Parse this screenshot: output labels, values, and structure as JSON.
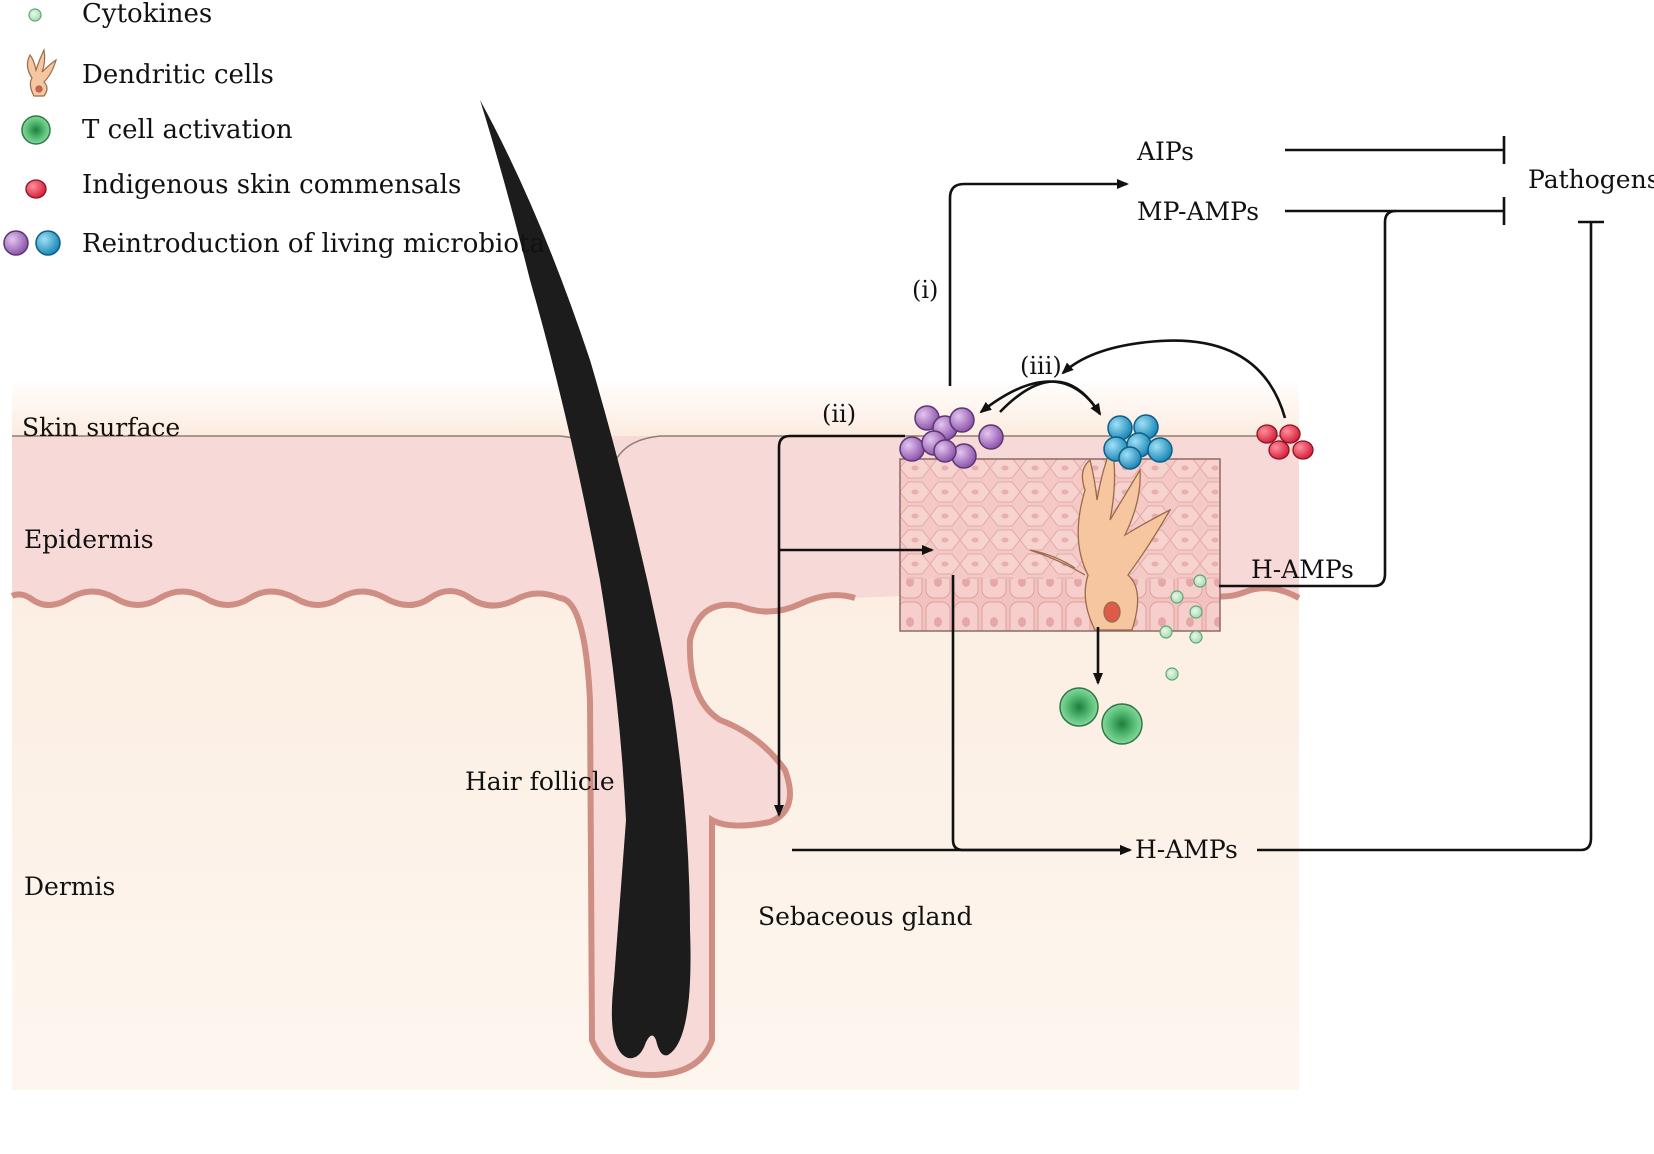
{
  "legend": {
    "cytokines": "Cytokines",
    "dendritic_cells": "Dendritic cells",
    "t_cell_activation": "T cell activation",
    "commensals": "Indigenous skin commensals",
    "reintroduction": "Reintroduction of living microbiota"
  },
  "regions": {
    "skin_surface": "Skin surface",
    "epidermis": "Epidermis",
    "dermis": "Dermis",
    "hair_follicle": "Hair follicle",
    "sebaceous_gland": "Sebaceous gland"
  },
  "flow": {
    "aips": "AIPs",
    "mp_amps": "MP-AMPs",
    "pathogens": "Pathogens",
    "h_amps_epidermis": "H-AMPs",
    "h_amps_dermis": "H-AMPs"
  },
  "steps": {
    "i": "(i)",
    "ii": "(ii)",
    "iii": "(iii)"
  },
  "colors": {
    "skin_surface": "#fbe6d6",
    "epidermis": "#f7d9d8",
    "dermis": "#fdf3ea",
    "membrane": "#d2958a",
    "hair": "#1a1a1a",
    "purple_microbe": "#a670c0",
    "blue_microbe": "#27a5d2",
    "red_commensal": "#e8324a",
    "cytokine": "#b8e4c0",
    "t_cell": "#3aa65c",
    "dendritic_cell": "#f6c6a0"
  },
  "icons": [
    "cytokine-icon",
    "dendritic-cell-icon",
    "t-cell-icon",
    "commensal-icon",
    "microbiota-icon"
  ]
}
